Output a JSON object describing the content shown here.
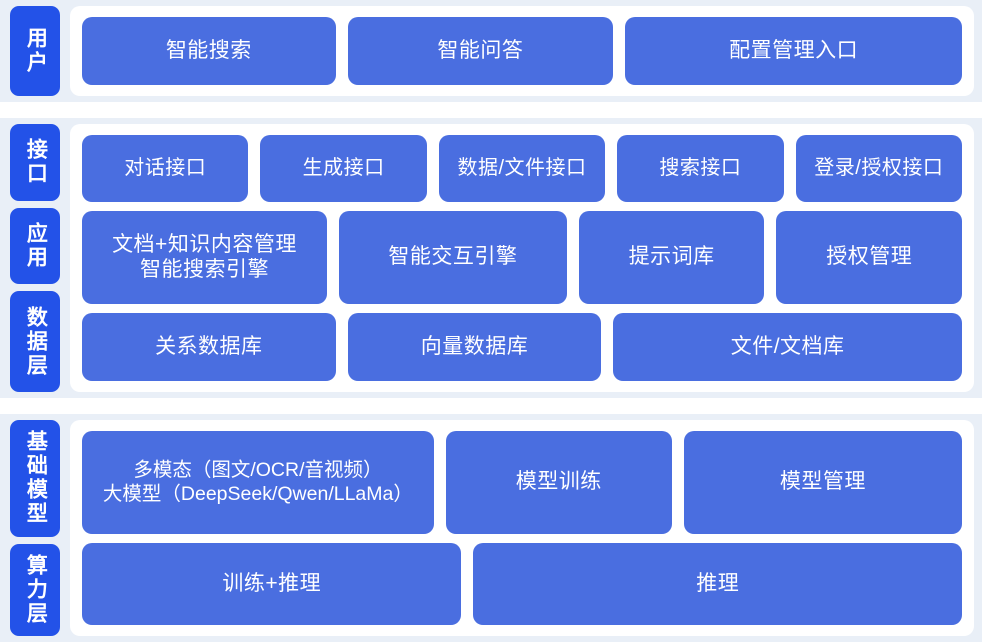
{
  "theme": {
    "page_background": "#ffffff",
    "section_background": "#e9eff7",
    "panel_background": "#ffffff",
    "tab_color": "#2352e8",
    "card_color": "#4a6ee0",
    "text_color": "#ffffff"
  },
  "sections": [
    {
      "id": "user",
      "tabs": [
        {
          "label": "用户"
        }
      ],
      "rows": [
        {
          "cards": [
            {
              "label": "智能搜索"
            },
            {
              "label": "智能问答"
            },
            {
              "label": "配置管理入口"
            }
          ]
        }
      ]
    },
    {
      "id": "middle",
      "tabs": [
        {
          "label": "接口"
        },
        {
          "label": "应用"
        },
        {
          "label": "数据层"
        }
      ],
      "rows": [
        {
          "cards": [
            {
              "label": "对话接口"
            },
            {
              "label": "生成接口"
            },
            {
              "label": "数据/文件接口"
            },
            {
              "label": "搜索接口"
            },
            {
              "label": "登录/授权接口"
            }
          ]
        },
        {
          "cards": [
            {
              "line1": "文档+知识内容管理",
              "line2": "智能搜索引擎"
            },
            {
              "label": "智能交互引擎"
            },
            {
              "label": "提示词库"
            },
            {
              "label": "授权管理"
            }
          ]
        },
        {
          "cards": [
            {
              "label": "关系数据库"
            },
            {
              "label": "向量数据库"
            },
            {
              "label": "文件/文档库"
            }
          ]
        }
      ]
    },
    {
      "id": "base",
      "tabs": [
        {
          "label": "基础模型"
        },
        {
          "label": "算力层"
        }
      ],
      "rows": [
        {
          "cards": [
            {
              "line1": "多模态（图文/OCR/音视频）",
              "line2": "大模型（DeepSeek/Qwen/LLaMa）"
            },
            {
              "label": "模型训练"
            },
            {
              "label": "模型管理"
            }
          ]
        },
        {
          "cards": [
            {
              "label": "训练+推理"
            },
            {
              "label": "推理"
            }
          ]
        }
      ]
    }
  ]
}
